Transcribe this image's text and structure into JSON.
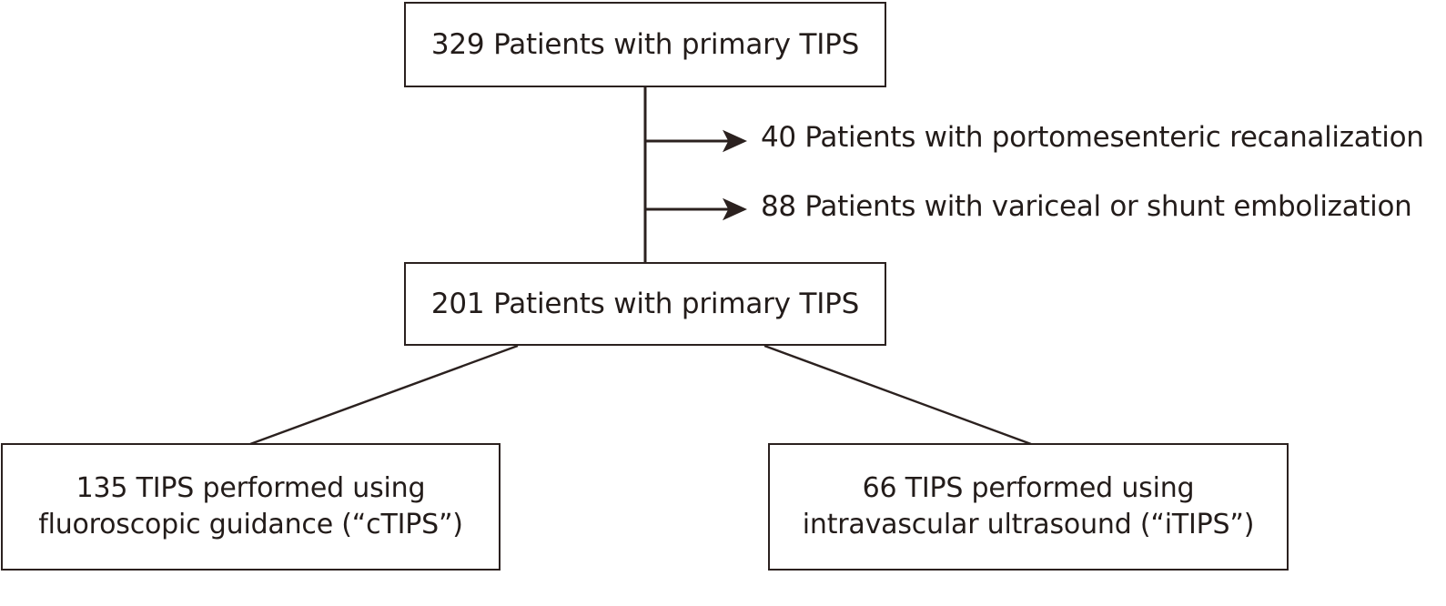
{
  "diagram": {
    "title": "TIPS patient selection flowchart",
    "type": "flowchart",
    "stroke_color": "#2b211f",
    "text_color": "#231c1a",
    "background_color": "#ffffff",
    "nodes": {
      "top": {
        "label": "329 Patients with primary TIPS",
        "count": 329
      },
      "middle": {
        "label": "201 Patients with primary TIPS",
        "count": 201
      },
      "left": {
        "label": "135 TIPS performed using\nfluoroscopic guidance (“cTIPS”)",
        "count": 135
      },
      "right": {
        "label": "66 TIPS performed using\nintravascular ultrasound (“iTIPS”)",
        "count": 66
      }
    },
    "exclusions": [
      {
        "label": "40 Patients with portomesenteric recanalization",
        "count": 40
      },
      {
        "label": "88 Patients with variceal or shunt embolization",
        "count": 88
      }
    ]
  }
}
